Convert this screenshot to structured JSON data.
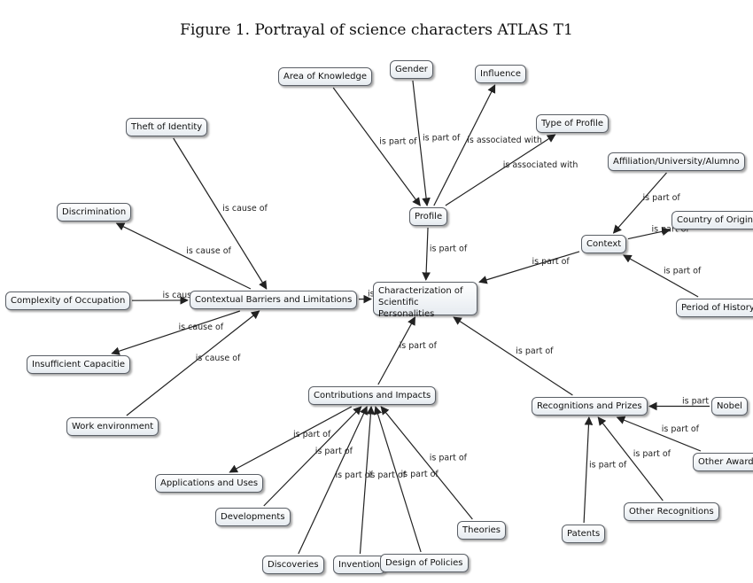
{
  "title": "Figure 1. Portrayal of science characters ATLAS T1",
  "nodes": {
    "area": "Area of Knowledge",
    "gender": "Gender",
    "influence": "Influence",
    "type": "Type of Profile",
    "theft": "Theft of Identity",
    "affiliation": "Affiliation/University/Alumno",
    "profile": "Profile",
    "country": "Country of Origin",
    "discrimination": "Discrimination",
    "context": "Context",
    "complexity": "Complexity of Occupation",
    "barriers": "Contextual Barriers and Limitations",
    "characterization": "Characterization of Scientific Personalities",
    "period": "Period of History",
    "insufficient": "Insufficient Capacitie",
    "contributions": "Contributions and Impacts",
    "recognitions": "Recognitions and Prizes",
    "nobel": "Nobel",
    "work": "Work environment",
    "applications": "Applications and Uses",
    "awards": "Other Awards",
    "developments": "Developments",
    "otherrec": "Other Recognitions",
    "theories": "Theories",
    "patents": "Patents",
    "discoveries": "Discoveries",
    "invention": "Invention",
    "policies": "Design of Policies"
  },
  "relations": {
    "is_part_of": "is part of",
    "is_cause_of": "is cause of",
    "is_associated_with": "is associated with"
  },
  "edges": [
    {
      "from": "area",
      "to": "profile",
      "label": "is_part_of"
    },
    {
      "from": "gender",
      "to": "profile",
      "label": "is_part_of"
    },
    {
      "from": "profile",
      "to": "influence",
      "label": "is_associated_with"
    },
    {
      "from": "profile",
      "to": "type",
      "label": "is_associated_with"
    },
    {
      "from": "profile",
      "to": "characterization",
      "label": "is_part_of"
    },
    {
      "from": "affiliation",
      "to": "context",
      "label": "is_part_of"
    },
    {
      "from": "context",
      "to": "country",
      "label": "is_part_of"
    },
    {
      "from": "period",
      "to": "context",
      "label": "is_part_of"
    },
    {
      "from": "context",
      "to": "characterization",
      "label": "is_part_of"
    },
    {
      "from": "theft",
      "to": "barriers",
      "label": "is_cause_of"
    },
    {
      "from": "barriers",
      "to": "discrimination",
      "label": "is_cause_of"
    },
    {
      "from": "complexity",
      "to": "barriers",
      "label": "is_cause_of"
    },
    {
      "from": "barriers",
      "to": "insufficient",
      "label": "is_cause_of"
    },
    {
      "from": "work",
      "to": "barriers",
      "label": "is_cause_of"
    },
    {
      "from": "barriers",
      "to": "characterization",
      "label": "is_part_of"
    },
    {
      "from": "contributions",
      "to": "characterization",
      "label": "is_part_of"
    },
    {
      "from": "recognitions",
      "to": "characterization",
      "label": "is_part_of"
    },
    {
      "from": "nobel",
      "to": "recognitions",
      "label": "is_part_of"
    },
    {
      "from": "awards",
      "to": "recognitions",
      "label": "is_part_of"
    },
    {
      "from": "otherrec",
      "to": "recognitions",
      "label": "is_part_of"
    },
    {
      "from": "patents",
      "to": "recognitions",
      "label": "is_part_of"
    },
    {
      "from": "contributions",
      "to": "applications",
      "label": "is_part_of"
    },
    {
      "from": "developments",
      "to": "contributions",
      "label": "is_part_of"
    },
    {
      "from": "discoveries",
      "to": "contributions",
      "label": "is_part_of"
    },
    {
      "from": "invention",
      "to": "contributions",
      "label": "is_part_of"
    },
    {
      "from": "policies",
      "to": "contributions",
      "label": "is_part_of"
    },
    {
      "from": "theories",
      "to": "contributions",
      "label": "is_part_of"
    }
  ]
}
